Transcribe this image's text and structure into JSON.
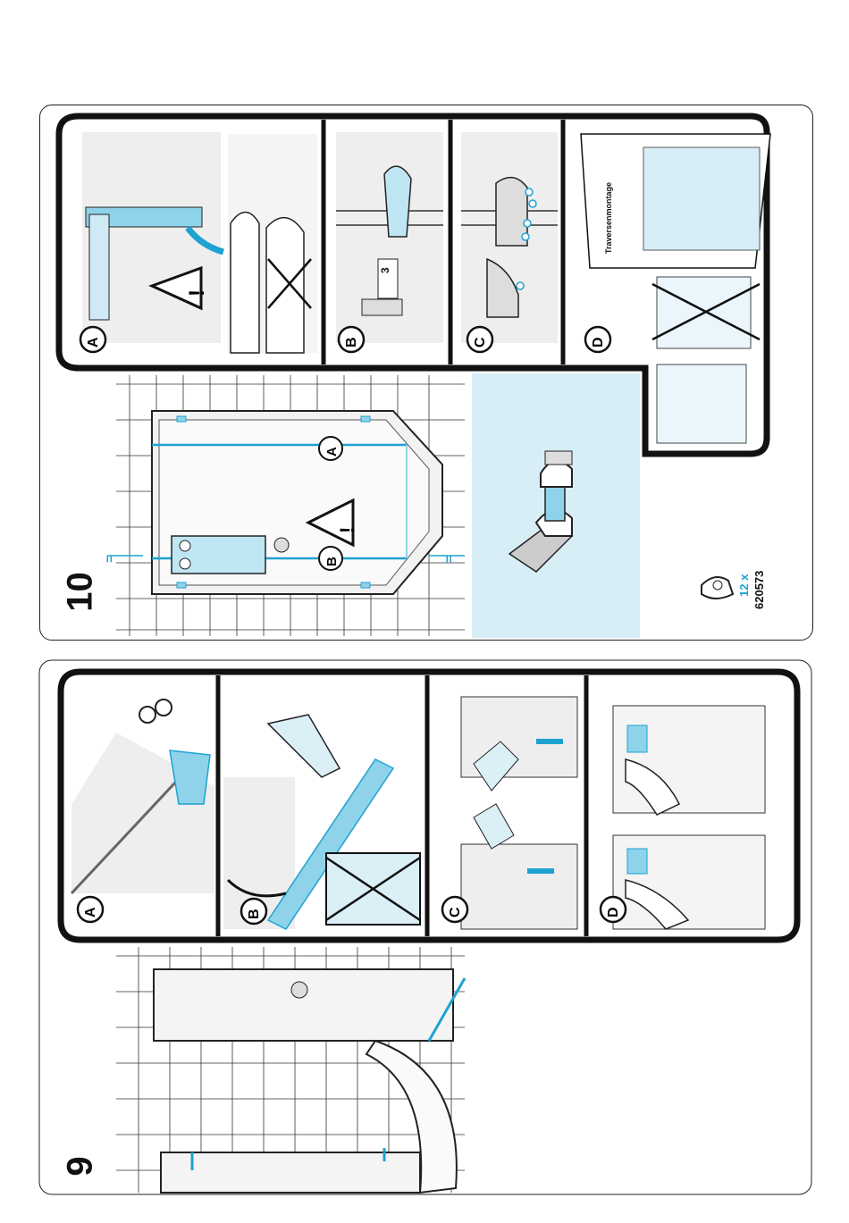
{
  "page": {
    "steps": [
      {
        "number": "10",
        "sub_labels": [
          "A",
          "B",
          "C",
          "D"
        ],
        "overview_labels": [
          "A",
          "B"
        ]
      },
      {
        "number": "9",
        "sub_labels": [
          "A",
          "B",
          "C",
          "D"
        ]
      }
    ],
    "booklet_title": "Traversenmontage",
    "part_quantity": "12 x",
    "part_number": "620573",
    "warning_symbol": "!",
    "level_mark": "=",
    "screw_mark": "3",
    "colors": {
      "accent": "#8fd3ea",
      "accent_dark": "#1ea2d2",
      "line": "#111111",
      "gray": "#d9d9d9"
    }
  }
}
